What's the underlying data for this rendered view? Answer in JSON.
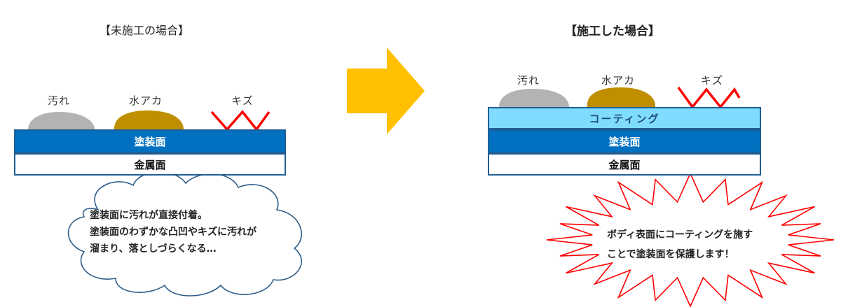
{
  "left": {
    "title": "【未施工の場合】",
    "labels": {
      "dirt": "汚れ",
      "water_stain": "水アカ",
      "scratch": "キズ"
    },
    "layers": {
      "paint": "塗装面",
      "metal": "金属面"
    },
    "cloud_lines": [
      "塗装面に汚れが直接付着。",
      "塗装面のわずかな凸凹やキズに汚れが",
      "溜まり、落としづらくなる…"
    ]
  },
  "right": {
    "title": "【施工した場合】",
    "labels": {
      "dirt": "汚れ",
      "water_stain": "水アカ",
      "scratch": "キズ"
    },
    "layers": {
      "coating": "コーティング",
      "paint": "塗装面",
      "metal": "金属面"
    },
    "burst_lines": [
      "ボディ表面にコーティングを施す",
      "ことで塗装面を保護します！"
    ]
  },
  "colors": {
    "arrow": "#ffc000",
    "paint": "#0070c0",
    "coating": "#7fdcff",
    "dirt": "#b3b3b3",
    "water_stain": "#bf8f00",
    "scratch": "#ff0000",
    "outline": "#1f5f96"
  }
}
